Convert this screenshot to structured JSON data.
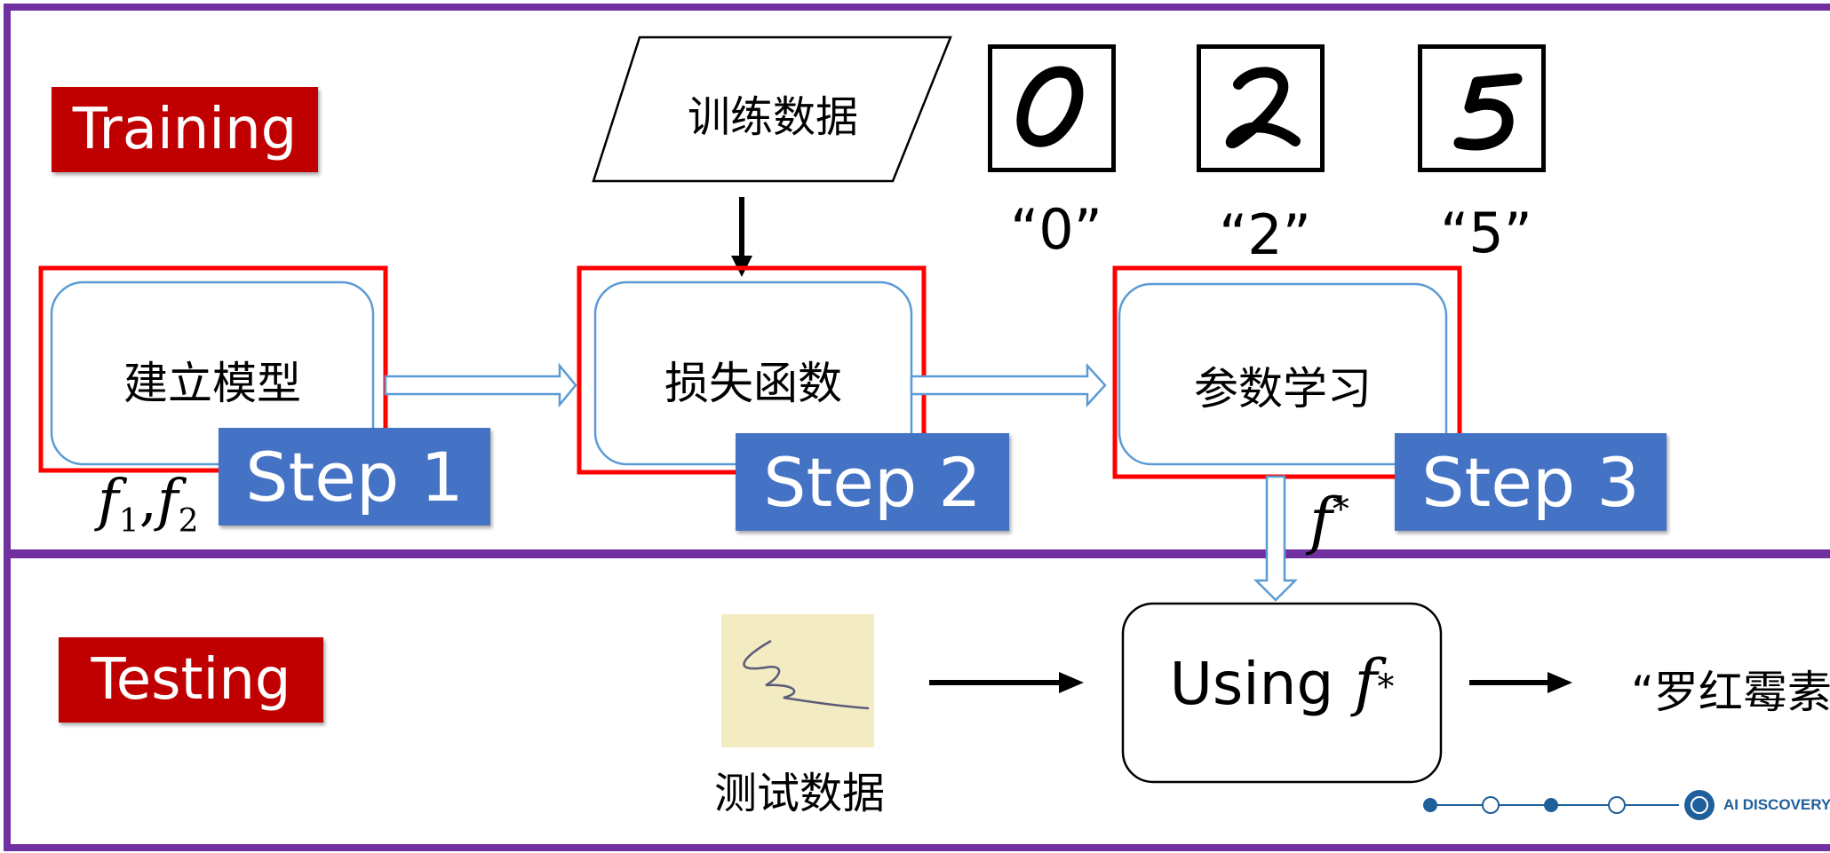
{
  "sections": {
    "training_label": "Training",
    "testing_label": "Testing"
  },
  "training_data": {
    "label": "训练数据"
  },
  "digits": [
    {
      "glyph": "0",
      "caption": "“0”"
    },
    {
      "glyph": "2",
      "caption": "“2”"
    },
    {
      "glyph": "5",
      "caption": "“5”"
    }
  ],
  "steps": [
    {
      "box_label": "建立模型",
      "tag": "Step 1"
    },
    {
      "box_label": "损失函数",
      "tag": "Step 2"
    },
    {
      "box_label": "参数学习",
      "tag": "Step 3"
    }
  ],
  "model_candidates": {
    "f": "f",
    "sub1": "1",
    "sep": ",",
    "sub2": "2"
  },
  "learned": {
    "f": "f",
    "star": "*"
  },
  "testing": {
    "test_data_label": "测试数据",
    "using_word": "Using",
    "using_f": "f",
    "using_star": "*",
    "output": "“罗红霉素”"
  },
  "watermark": {
    "brand": "AI DISCOVERY"
  },
  "colors": {
    "frame": "#7030a0",
    "section_tag": "#c00000",
    "step_tag": "#4472c4",
    "highlight": "#ff0000",
    "rounded_box": "#5b9bd5",
    "hollow_arrow": "#5b9bd5",
    "note_bg": "#f3ebc2"
  }
}
